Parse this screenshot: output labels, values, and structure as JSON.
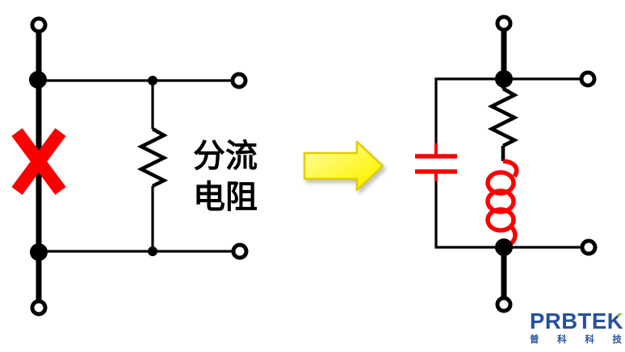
{
  "left_circuit": {
    "description": "original through-wire crossed out with shunt resistor",
    "x_mark": "X",
    "shunt_label_line1": "分流",
    "shunt_label_line2": "电阻",
    "shunt_label_full": "分流电阻"
  },
  "arrow": {
    "direction": "right",
    "meaning": "transforms-into"
  },
  "right_circuit": {
    "description": "equivalent circuit: capacitance in parallel with resistance plus inductance"
  },
  "colors": {
    "wire_black": "#000000",
    "component_red": "#fb0000",
    "arrow_yellow": "#fff200",
    "arrow_yellow_light": "#ffffa8",
    "arrow_outline": "#e0ce00",
    "brand_blue": "#27519e",
    "brand_green": "#7cc242"
  },
  "logo": {
    "brand": "PRBTEK",
    "brand_prefix": "PRBTE",
    "brand_last": "K",
    "subtitle": "普科科技",
    "subtitle_chars": [
      "普",
      "科",
      "科",
      "技"
    ]
  }
}
